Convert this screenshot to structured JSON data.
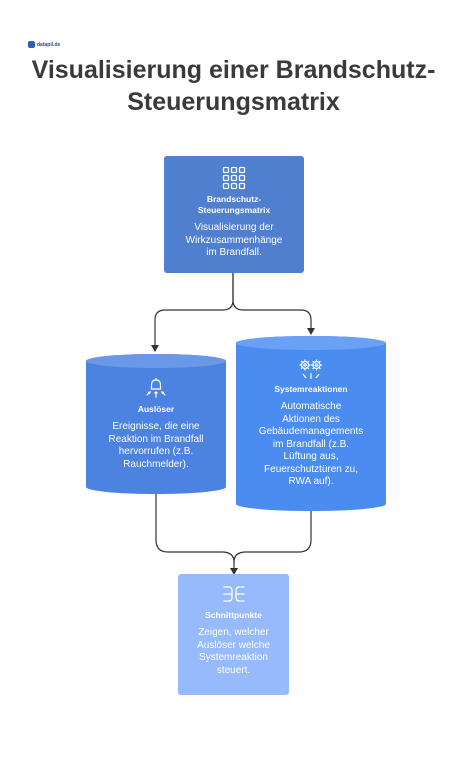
{
  "brand": {
    "logo_text": "datapil.de"
  },
  "title": {
    "line1": "Visualisierung einer Brandschutz-",
    "line2": "Steuerungsmatrix"
  },
  "colors": {
    "matrix": "#4f7fce",
    "trigger": "#4c82e0",
    "system": "#4a8cf0",
    "intersections": "#97bafc",
    "connector": "#333333",
    "title": "#3a3a3a"
  },
  "nodes": {
    "matrix": {
      "title_line1": "Brandschutz-",
      "title_line2": "Steuerungsmatrix",
      "desc_line1": "Visualisierung der",
      "desc_line2": "Wirkzusammenhänge",
      "desc_line3": "im Brandfall.",
      "icon": "grid-matrix-icon"
    },
    "trigger": {
      "title": "Auslöser",
      "desc_line1": "Ereignisse, die eine",
      "desc_line2": "Reaktion im Brandfall",
      "desc_line3": "hervorrufen (z.B.",
      "desc_line4": "Rauchmelder).",
      "icon": "bell-alarm-icon"
    },
    "system": {
      "title": "Systemreaktionen",
      "desc_line1": "Automatische",
      "desc_line2": "Aktionen des",
      "desc_line3": "Gebäudemanagements",
      "desc_line4": "im Brandfall (z.B.",
      "desc_line5": "Lüftung aus,",
      "desc_line6": "Feuerschutztüren zu,",
      "desc_line7": "RWA auf).",
      "icon": "gears-icon"
    },
    "intersections": {
      "title": "Schnittpunkte",
      "desc_line1": "Zeigen, welcher",
      "desc_line2": "Auslöser welche",
      "desc_line3": "Systemreaktion",
      "desc_line4": "steuert.",
      "icon": "intersection-icon"
    }
  }
}
